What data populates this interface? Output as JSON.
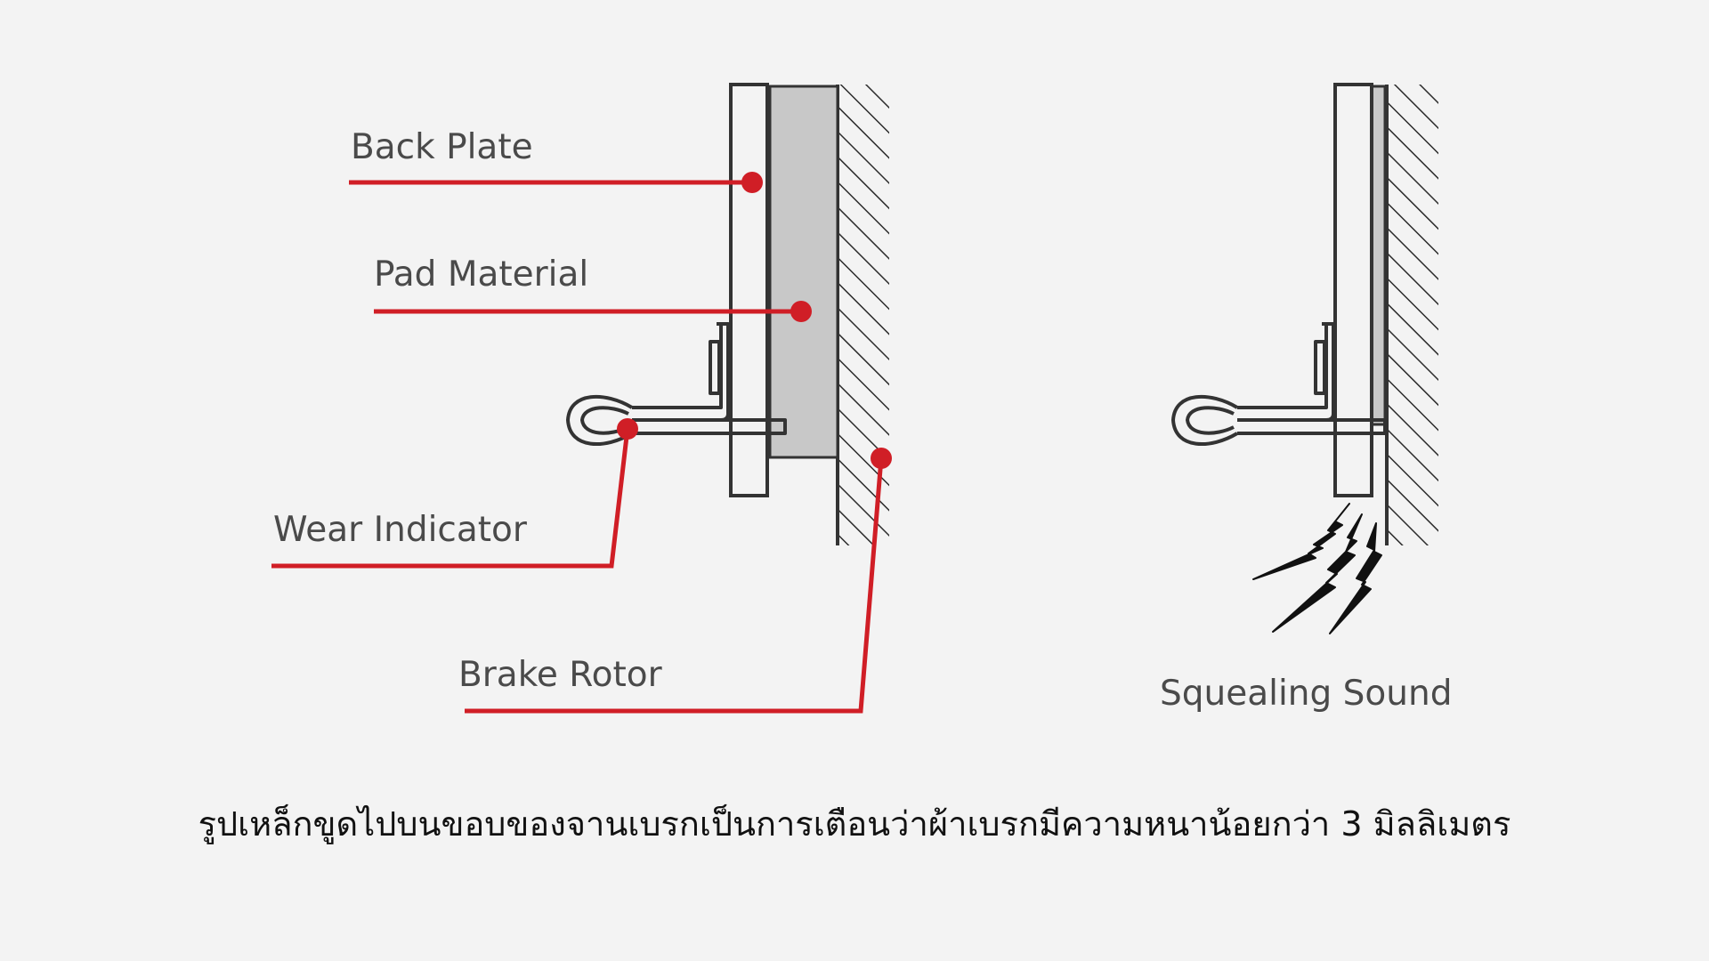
{
  "diagram": {
    "labels": {
      "back_plate": "Back Plate",
      "pad_material": "Pad Material",
      "wear_indicator": "Wear Indicator",
      "brake_rotor": "Brake Rotor",
      "squealing_sound": "Squealing Sound"
    },
    "colors": {
      "leader": "#d01e26",
      "outline": "#333333",
      "pad_fill": "#c8c8c8",
      "background": "#f3f3f3"
    }
  },
  "caption": "รูปเหล็กขูดไปบนขอบของจานเบรกเป็นการเตือนว่าผ้าเบรกมีความหนาน้อยกว่า 3 มิลลิเมตร"
}
